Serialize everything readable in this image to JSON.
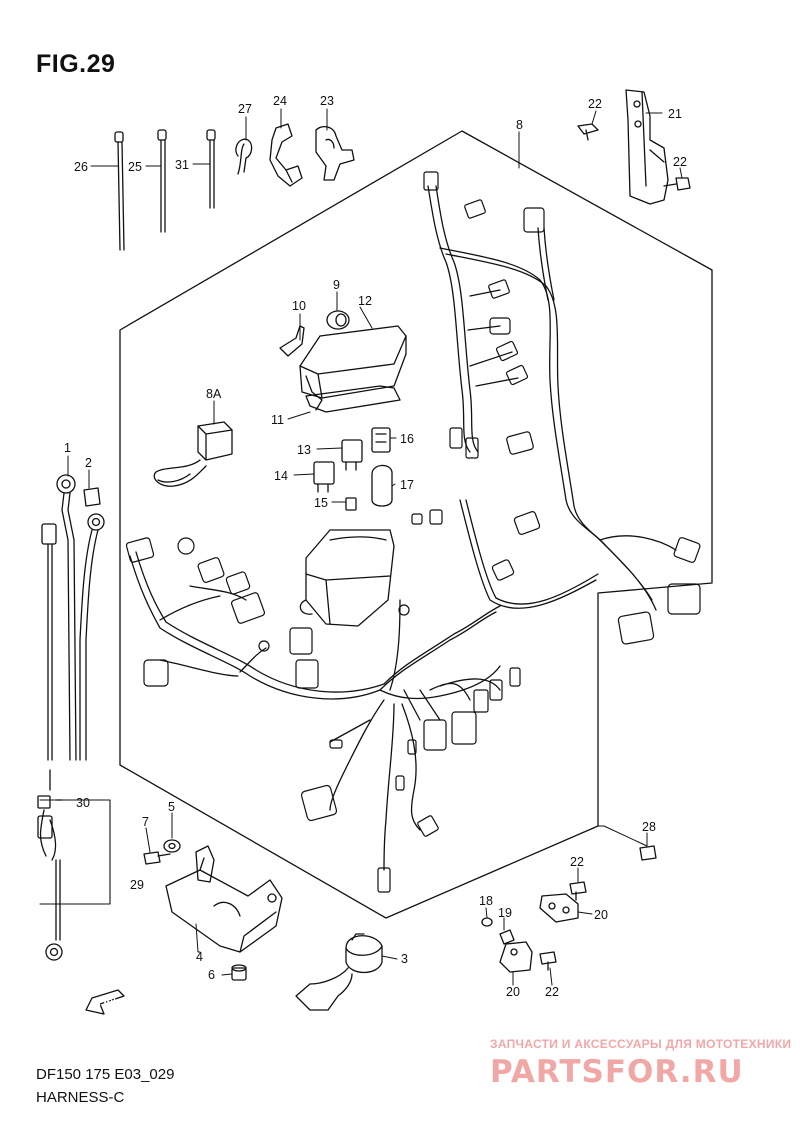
{
  "figure": {
    "title": "FIG.29",
    "code": "DF150 175 E03_029",
    "name": "HARNESS-C"
  },
  "callouts": {
    "c1": "1",
    "c2": "2",
    "c3": "3",
    "c4": "4",
    "c5": "5",
    "c6": "6",
    "c7": "7",
    "c8": "8",
    "c8a": "8A",
    "c9": "9",
    "c10": "10",
    "c11": "11",
    "c12": "12",
    "c13": "13",
    "c14": "14",
    "c15": "15",
    "c16": "16",
    "c17": "17",
    "c18": "18",
    "c19": "19",
    "c20a": "20",
    "c20b": "20",
    "c21": "21",
    "c22a": "22",
    "c22b": "22",
    "c22c": "22",
    "c22d": "22",
    "c23": "23",
    "c24": "24",
    "c25": "25",
    "c26": "26",
    "c27": "27",
    "c28": "28",
    "c29": "29",
    "c30": "30",
    "c31": "31"
  },
  "fwd_label": "FWD",
  "watermark": {
    "tagline": "ЗАПЧАСТИ И АКСЕССУАРЫ ДЛЯ МОТОТЕХНИКИ",
    "logo": "PARTSFOR.RU",
    "color": "#f2a7a7"
  }
}
